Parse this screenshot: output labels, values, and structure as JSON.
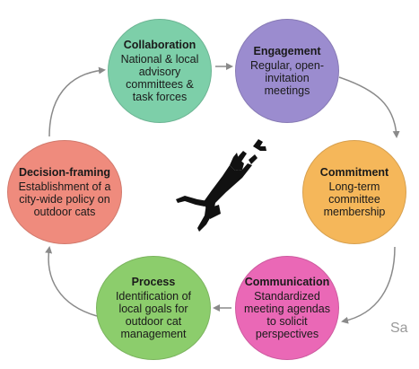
{
  "nodes": {
    "collaboration": {
      "title": "Collaboration",
      "description": "National & local advisory committees & task forces",
      "color": "#7dcfa9"
    },
    "engagement": {
      "title": "Engagement",
      "description": "Regular, open-invitation meetings",
      "color": "#9b8ccf"
    },
    "commitment": {
      "title": "Commitment",
      "description": "Long-term committee membership",
      "color": "#f5b75a"
    },
    "communication": {
      "title": "Communication",
      "description": "Standardized meeting agendas to solicit perspectives",
      "color": "#ea68b6"
    },
    "process": {
      "title": "Process",
      "description": "Identification of local goals for outdoor cat management",
      "color": "#8ccd6c"
    },
    "decision_framing": {
      "title": "Decision-framing",
      "description": "Establishment of a city-wide policy on outdoor cats",
      "color": "#ef8b7d"
    }
  },
  "center_icon": "leaping-cat-silhouette-icon",
  "edge_text": "Sa",
  "arrow_color": "#8a8a8a"
}
